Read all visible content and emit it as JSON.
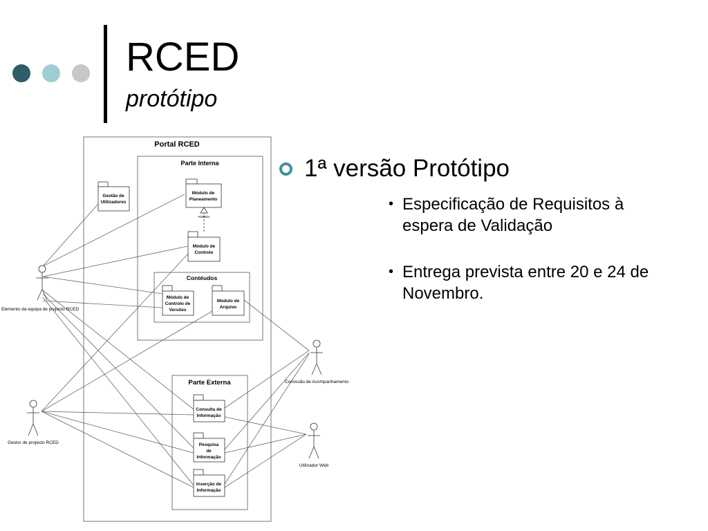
{
  "slide": {
    "title": "RCED",
    "subtitle": "protótipo",
    "accent_colors": [
      "#2e5e68",
      "#9fcdd3",
      "#c8c8c8"
    ]
  },
  "diagram": {
    "portal": "Portal RCED",
    "parte_interna": "Parte Interna",
    "conteudos": "Contéudos",
    "parte_externa": "Parte Externa",
    "uses_label": "«uses»",
    "packages": {
      "gestao": [
        "Gestão de",
        "Utilizadores"
      ],
      "planeamento": [
        "Módulo de",
        "Planeamento"
      ],
      "controlo": [
        "Módulo de",
        "Controlo"
      ],
      "versoes": [
        "Módulo de",
        "Controlo de",
        "Versões"
      ],
      "arquivo": [
        "Módulo de",
        "Arquivo"
      ],
      "consulta": [
        "Consulta de",
        "Informação"
      ],
      "pesquisa": [
        "Pesquisa",
        "de",
        "Informação"
      ],
      "insercao": [
        "Inserção de",
        "Informação"
      ]
    },
    "actors": {
      "elemento": "Elemento da equipa de projecto RCED",
      "gestor": "Gestor de projecto RCED",
      "comissao": "Comissão de Acompanhamento",
      "utilizador": "Utilizador Web"
    }
  },
  "bullets": {
    "main": "1ª versão Protótipo",
    "sub": [
      "Especificação de Requisitos à espera de Validação",
      "Entrega prevista entre 20 e 24 de Novembro."
    ]
  }
}
